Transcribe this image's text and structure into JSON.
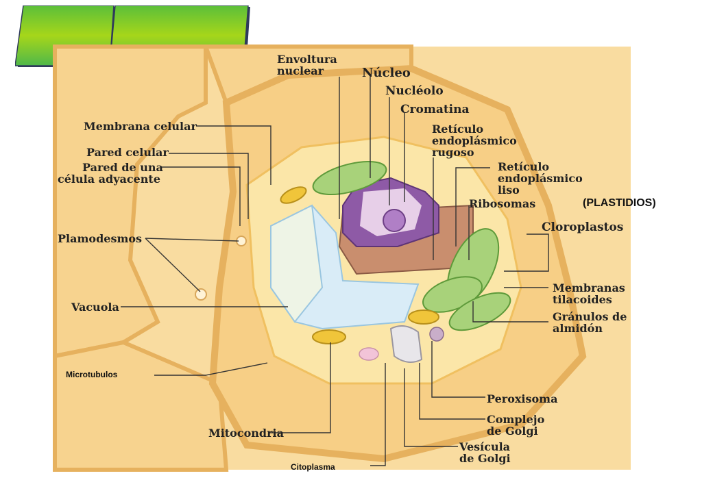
{
  "colors": {
    "wall": "#f7cf86",
    "wall_edge": "#e6b15e",
    "cytoplasm": "#fbe6a8",
    "vacuole": "#d9ecf7",
    "nucleus": "#8e5aa6",
    "nucleoplasm": "#e7cfe8",
    "chloroplast": "#a8d27a",
    "mitochondria": "#f0c53a",
    "tab_green": "#8ccf2a"
  },
  "labels": {
    "envoltura_nuclear": [
      "Envoltura",
      "nuclear"
    ],
    "nucleo": "Núcleo",
    "nucleolo": "Nucléolo",
    "cromatina": "Cromatina",
    "reticulo_rugoso": [
      "Retículo",
      "endoplásmico",
      "rugoso"
    ],
    "reticulo_liso": [
      "Retículo",
      "endoplásmico",
      "liso"
    ],
    "membrana_celular": "Membrana celular",
    "pared_celular": "Pared celular",
    "pared_adyacente": [
      "Pared de una",
      "célula adyacente"
    ],
    "ribosomas": "Ribosomas",
    "plastidios": "(PLASTIDIOS)",
    "cloroplastos": "Cloroplastos",
    "plamodesmos": "Plamodesmos",
    "membranas_tilacoides": [
      "Membranas",
      "tilacoides"
    ],
    "vacuola": "Vacuola",
    "granulos_almidon": [
      "Gránulos de",
      "almidón"
    ],
    "microtubulos": "Microtubulos",
    "peroxisoma": "Peroxisoma",
    "complejo_golgi": [
      "Complejo",
      "de Golgi"
    ],
    "mitocondria": "Mitocondria",
    "vesicula_golgi": [
      "Vesícula",
      "de Golgi"
    ],
    "citoplasma": "Citoplasma"
  }
}
